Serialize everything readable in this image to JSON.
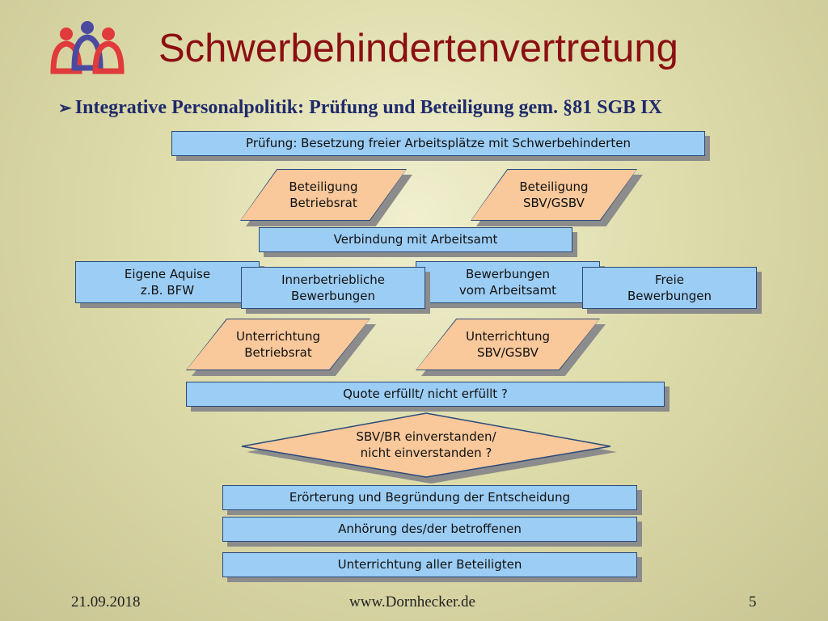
{
  "header": {
    "title": "Schwerbehindertenvertretung",
    "subtitle": "Integrative Personalpolitik: Prüfung und Beteiligung gem. §81 SGB IX",
    "subtitle_bullet_icon": "arrow-bullet-icon",
    "logo_icon": "three-figures-logo-icon"
  },
  "diagram": {
    "pruefung": "Prüfung: Besetzung freier Arbeitsplätze mit Schwerbehinderten",
    "beteiligung_br": "Beteiligung\nBetriebsrat",
    "beteiligung_sbv": "Beteiligung\nSBV/GSBV",
    "verbindung": "Verbindung mit Arbeitsamt",
    "eigene_aquise": "Eigene Aquise\nz.B. BFW",
    "innerbetriebliche": "Innerbetriebliche\nBewerbungen",
    "bewerbungen_aa": "Bewerbungen\nvom Arbeitsamt",
    "freie": "Freie\nBewerbungen",
    "unterrichtung_br": "Unterrichtung\nBetriebsrat",
    "unterrichtung_sbv": "Unterrichtung\nSBV/GSBV",
    "quote": "Quote erfüllt/ nicht erfüllt ?",
    "einverstanden": "SBV/BR einverstanden/\nnicht einverstanden ?",
    "eroerterung": "Erörterung und Begründung der Entscheidung",
    "anhoerung": "Anhörung des/der betroffenen",
    "unterrichtung_alle": "Unterrichtung aller Beteiligten"
  },
  "colors": {
    "rect_fill": "#9ccdf4",
    "para_fill": "#f9c89b",
    "title": "#8b0f12",
    "subtitle": "#1f2a6b"
  },
  "footer": {
    "date": "21.09.2018",
    "url": "www.Dornhecker.de",
    "page": "5"
  }
}
